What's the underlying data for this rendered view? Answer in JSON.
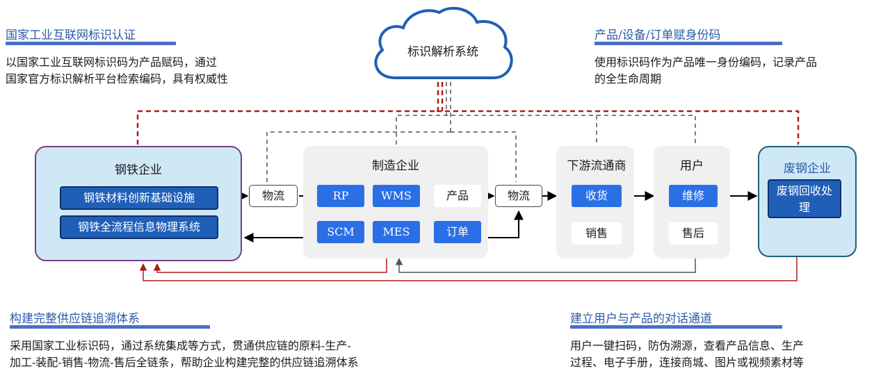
{
  "cloud": {
    "label": "标识解析系统"
  },
  "corners": {
    "top_left": {
      "heading": "国家工业互联网标识认证",
      "lines": [
        "以国家工业互联网标识码为产品赋码，通过",
        "国家官方标识解析平台检索编码，具有权威性"
      ]
    },
    "top_right": {
      "heading": "产品/设备/订单赋身份码",
      "lines": [
        "使用标识码作为产品唯一身份编码，记录产品",
        "的全生命周期"
      ]
    },
    "bottom_left": {
      "heading": "构建完整供应链追溯体系",
      "lines": [
        "采用国家工业标识码，通过系统集成等方式，贯通供应链的原料-生产-",
        "加工-装配-销售-物流-售后全链条，帮助企业构建完整的供应链追溯体系"
      ]
    },
    "bottom_right": {
      "heading": "建立用户与产品的对话通道",
      "lines": [
        "用户一键扫码，防伪溯源，查看产品信息、生产",
        "过程、电子手册，连接商城、图片或视频素材等"
      ]
    }
  },
  "steel": {
    "title": "钢铁企业",
    "items": [
      "钢铁材料创新基础设施",
      "钢铁全流程信息物理系统"
    ]
  },
  "logistics": [
    "物流",
    "物流"
  ],
  "manufacturing": {
    "title": "制造企业",
    "rp": "RP",
    "wms": "WMS",
    "product": "产品",
    "scm": "SCM",
    "mes": "MES",
    "order": "订单"
  },
  "downstream": {
    "title": "下游流通商",
    "receive": "收货",
    "sales": "销售"
  },
  "user": {
    "title": "用户",
    "repair": "维修",
    "aftersales": "售后"
  },
  "scrap": {
    "title": "废钢企业",
    "process": "废钢回收处理"
  },
  "colors": {
    "heading": "#2b5aa8",
    "rule": "#4a6fc7",
    "blue_button": "#2b6fe6",
    "dark_button": "#1f5fb8",
    "red_line": "#b01818"
  }
}
